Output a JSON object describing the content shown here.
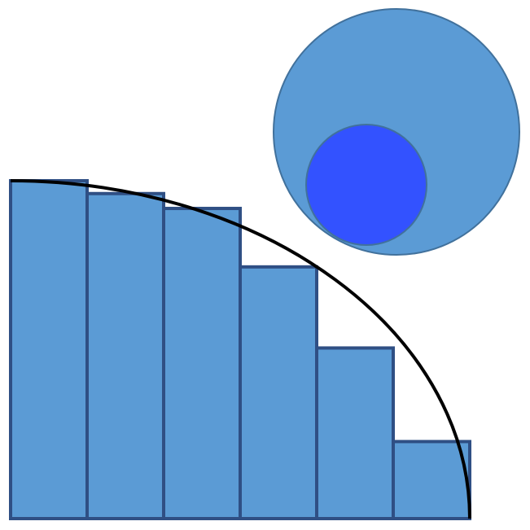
{
  "diagram": {
    "description_text": "",
    "colors": {
      "background": "#ffffff",
      "bar_fill": "#5b9bd5",
      "bar_stroke": "#2f4f84",
      "curve_stroke": "#000000",
      "outer_circle_fill": "#5b9bd5",
      "outer_circle_stroke": "#41719c",
      "inner_circle_fill": "#3352ff",
      "inner_circle_stroke": "#41719c"
    },
    "bars": {
      "count": 6,
      "relative_heights": [
        1.0,
        0.962,
        0.918,
        0.745,
        0.505,
        0.228
      ]
    },
    "curve": {
      "shape": "quarter-ellipse"
    },
    "circles": {
      "count": 2,
      "inner_to_outer_radius_ratio": 0.49
    }
  }
}
